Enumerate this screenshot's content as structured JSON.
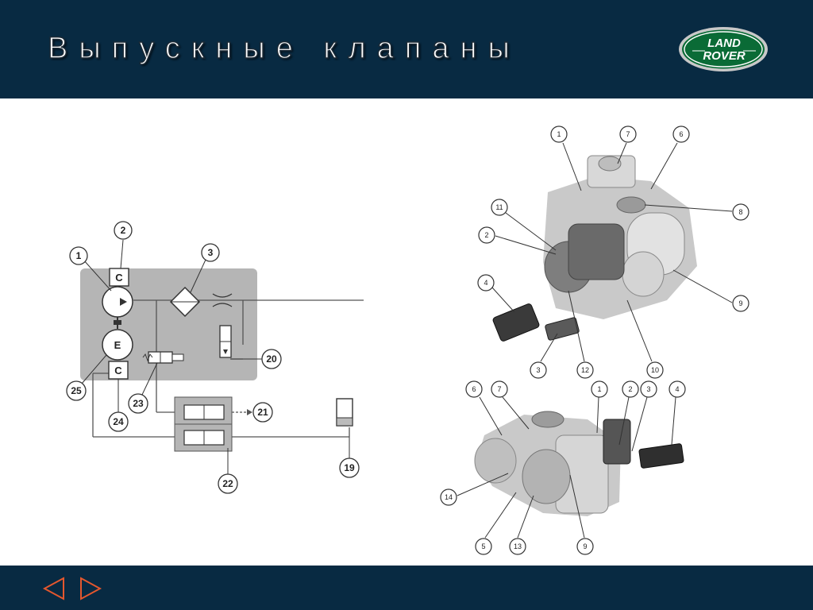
{
  "title": "Выпускные клапаны",
  "logo": {
    "line1": "LAND",
    "line2": "ROVER",
    "icon": "land-rover-logo"
  },
  "colors": {
    "header": "#082a42",
    "accent": "#e4572e",
    "panel": "#b5b5b5",
    "logo_green": "#0a6b36"
  },
  "nav": {
    "prev_icon": "prev-arrow-icon",
    "next_icon": "next-arrow-icon"
  },
  "schematic": {
    "chamber_labels": {
      "c1": "C",
      "e": "E",
      "c2": "C"
    },
    "callouts": [
      "1",
      "2",
      "3",
      "19",
      "20",
      "21",
      "22",
      "23",
      "24",
      "25"
    ]
  },
  "photos": {
    "top_callouts": [
      "1",
      "2",
      "3",
      "4",
      "6",
      "7",
      "8",
      "9",
      "10",
      "11",
      "12"
    ],
    "bottom_callouts": [
      "1",
      "2",
      "3",
      "4",
      "5",
      "6",
      "7",
      "9",
      "13",
      "14"
    ]
  }
}
